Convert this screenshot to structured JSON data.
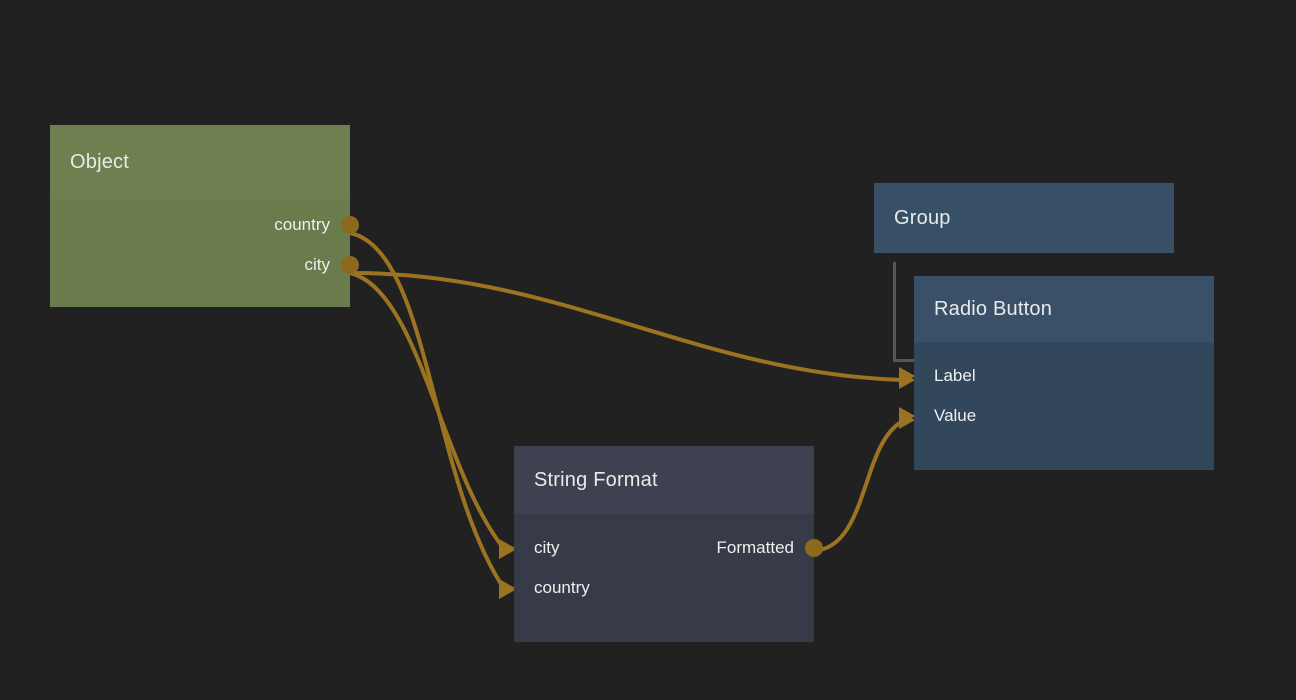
{
  "canvas": {
    "background_color": "#212121",
    "wire_color": "#9c7320",
    "socket_color": "#8b6a1e",
    "bracket_color": "#565656"
  },
  "nodes": [
    {
      "id": "object",
      "title": "Object",
      "header_color": "#6f8050",
      "body_color": "#6a7c4b",
      "outputs": [
        {
          "label": "country"
        },
        {
          "label": "city"
        }
      ],
      "inputs": []
    },
    {
      "id": "group",
      "title": "Group",
      "header_color": "#375068",
      "body_color": "#375068",
      "outputs": [],
      "inputs": []
    },
    {
      "id": "radio",
      "title": "Radio Button",
      "header_color": "#3a5068",
      "body_color": "#32465c",
      "inputs": [
        {
          "label": "Label"
        },
        {
          "label": "Value"
        }
      ],
      "outputs": []
    },
    {
      "id": "string_format",
      "title": "String Format",
      "header_color": "#3e4250",
      "body_color": "#373b47",
      "inputs": [
        {
          "label": "city"
        },
        {
          "label": "country"
        }
      ],
      "outputs": [
        {
          "label": "Formatted"
        }
      ]
    }
  ],
  "connections": [
    {
      "from": "object.country",
      "to": "string_format.country"
    },
    {
      "from": "object.city",
      "to": "string_format.city"
    },
    {
      "from": "object.city",
      "to": "radio.Label"
    },
    {
      "from": "string_format.Formatted",
      "to": "radio.Value"
    }
  ],
  "labels": {
    "object_title": "Object",
    "object_out_country": "country",
    "object_out_city": "city",
    "group_title": "Group",
    "radio_title": "Radio Button",
    "radio_in_label": "Label",
    "radio_in_value": "Value",
    "string_title": "String Format",
    "string_in_city": "city",
    "string_in_country": "country",
    "string_out_formatted": "Formatted"
  }
}
